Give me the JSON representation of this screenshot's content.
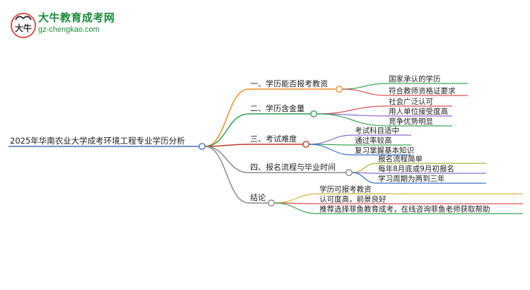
{
  "logo": {
    "title": "大牛教育成考网",
    "url": "gz-chengkao.com",
    "mark_text": "大牛"
  },
  "colors": {
    "root_line": "#4a6fb5",
    "branch1": "#f28c28",
    "branch2": "#2e9e55",
    "branch3": "#c0392b",
    "branch4": "#8a8a8a",
    "branch5": "#8a8a8a",
    "leaf_purple": "#8e6cc9",
    "leaf_red": "#d9534f",
    "leaf_green": "#3aa55a",
    "leaf_yellow": "#d4b43a",
    "leaf_blue": "#3b6fc9",
    "leaf_olive": "#a8b43a"
  },
  "mindmap": {
    "root": "2025年华南农业大学成考环境工程专业学历分析",
    "branches": [
      {
        "label": "一、学历能否报考教资",
        "children": [
          "国家承认的学历",
          "符合教师资格证要求"
        ]
      },
      {
        "label": "二、学历含金量",
        "children": [
          "社会广泛认可",
          "用人单位接受度高",
          "竞争优势明显"
        ]
      },
      {
        "label": "三、考试难度",
        "children": [
          "考试科目适中",
          "通过率较高",
          "复习掌握基本知识"
        ]
      },
      {
        "label": "四、报名流程与毕业时间",
        "children": [
          "报名流程简单",
          "每年8月底或9月初报名",
          "学习周期为两到三年"
        ]
      },
      {
        "label": "结论",
        "children": [
          "学历可报考教资",
          "认可度高，前景良好",
          "推荐选择菲鱼教育成考，在线咨询菲鱼老师获取帮助"
        ]
      }
    ]
  }
}
